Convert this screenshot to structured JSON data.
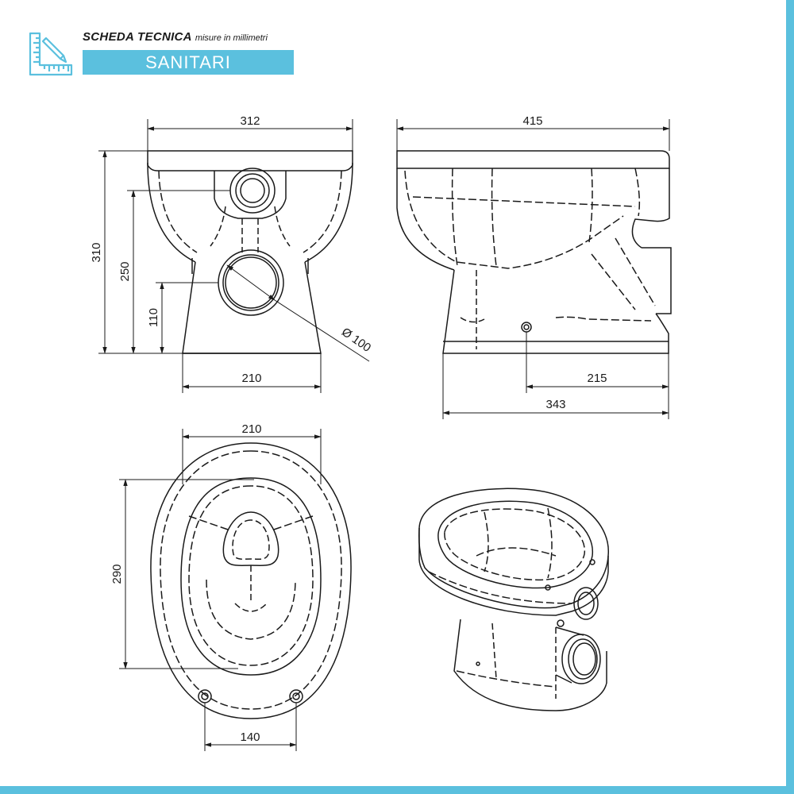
{
  "header": {
    "title": "SCHEDA TECNICA",
    "subtitle": "misure in millimetri",
    "category": "SANITARI",
    "icon": "ruler-pencil-icon"
  },
  "colors": {
    "accent": "#5bc0de",
    "line": "#1a1a1a"
  },
  "dimensions": {
    "front": {
      "width_top": "312",
      "height_total": "310",
      "height_inlet": "250",
      "height_outlet": "110",
      "outlet_diameter": "Ø 100",
      "base_width": "210"
    },
    "side": {
      "depth_total": "415",
      "base_to_fixing": "215",
      "base_depth": "343"
    },
    "top": {
      "width": "210",
      "depth": "290",
      "fixing_spacing": "140"
    }
  }
}
